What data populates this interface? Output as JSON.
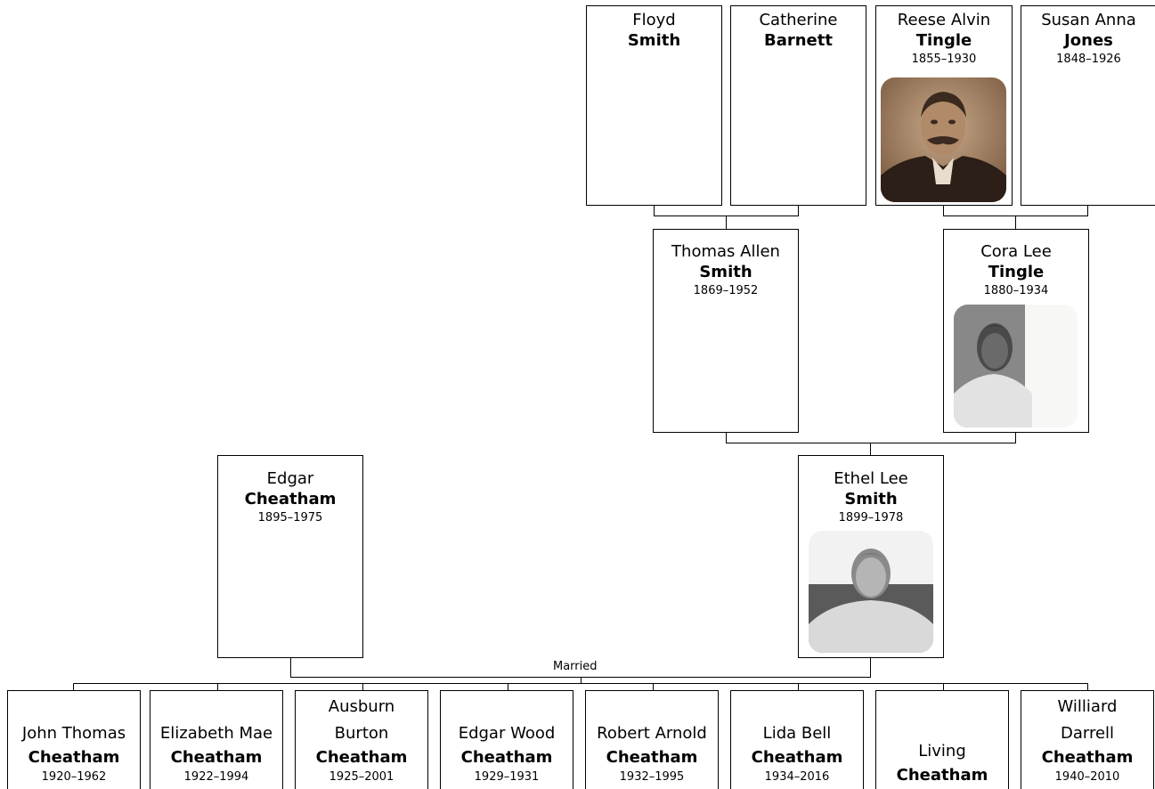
{
  "people": {
    "floyd": {
      "given": "Floyd",
      "surname": "Smith",
      "years": ""
    },
    "catherine": {
      "given": "Catherine",
      "surname": "Barnett",
      "years": ""
    },
    "reese": {
      "given": "Reese Alvin",
      "surname": "Tingle",
      "years": "1855–1930",
      "photo_icon": "portrait-photo-icon"
    },
    "susan": {
      "given": "Susan Anna",
      "surname": "Jones",
      "years": "1848–1926"
    },
    "thomas": {
      "given": "Thomas Allen",
      "surname": "Smith",
      "years": "1869–1952"
    },
    "cora": {
      "given": "Cora Lee",
      "surname": "Tingle",
      "years": "1880–1934",
      "photo_icon": "portrait-photo-icon"
    },
    "edgar": {
      "given": "Edgar",
      "surname": "Cheatham",
      "years": "1895–1975"
    },
    "ethel": {
      "given": "Ethel Lee",
      "surname": "Smith",
      "years": "1899–1978",
      "photo_icon": "portrait-photo-icon"
    }
  },
  "marriage_label": "Married",
  "children": [
    {
      "given": "John Thomas",
      "surname": "Cheatham",
      "years": "1920–1962"
    },
    {
      "given": "Elizabeth Mae",
      "surname": "Cheatham",
      "years": "1922–1994"
    },
    {
      "given": "Ausburn\nBurton",
      "surname": "Cheatham",
      "years": "1925–2001"
    },
    {
      "given": "Edgar Wood",
      "surname": "Cheatham",
      "years": "1929–1931"
    },
    {
      "given": "Robert Arnold",
      "surname": "Cheatham",
      "years": "1932–1995"
    },
    {
      "given": "Lida Bell",
      "surname": "Cheatham",
      "years": "1934–2016"
    },
    {
      "given": "Living",
      "surname": "Cheatham",
      "years": ""
    },
    {
      "given": "Williard\nDarrell",
      "surname": "Cheatham",
      "years": "1940–2010"
    }
  ],
  "colors": {
    "line": "#000000",
    "card_border": "#000000",
    "background": "#ffffff"
  }
}
